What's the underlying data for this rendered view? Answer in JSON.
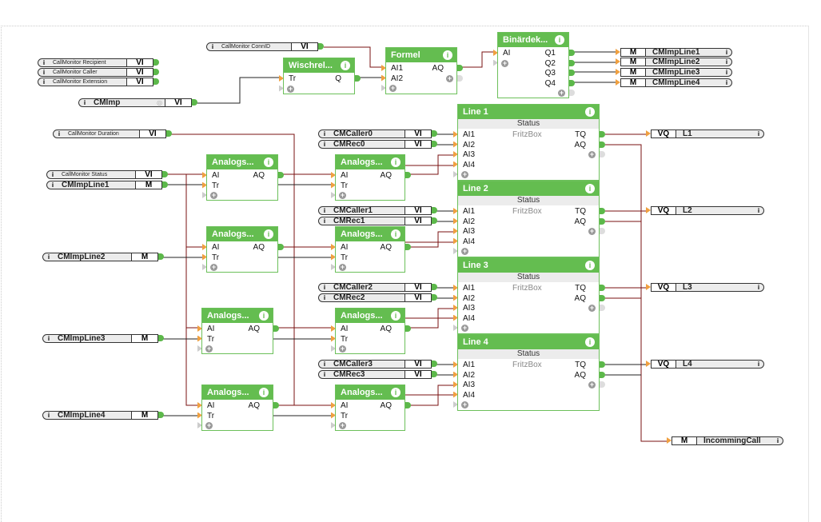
{
  "diagram": {
    "inputs": [
      {
        "id": "in-recipient",
        "name": "CallMonitor Recipient",
        "type": "VI",
        "small": true
      },
      {
        "id": "in-caller",
        "name": "CallMonitor Caller",
        "type": "VI",
        "small": true
      },
      {
        "id": "in-extension",
        "name": "CallMonitor Extension",
        "type": "VI",
        "small": true
      },
      {
        "id": "in-cmimp",
        "name": "CMImp",
        "type": "VI",
        "small": false,
        "has_status_icon": true
      },
      {
        "id": "in-connid",
        "name": "CallMonitor ConnID",
        "type": "VI",
        "small": true
      },
      {
        "id": "in-duration",
        "name": "CallMonitor Duration",
        "type": "VI",
        "small": true
      },
      {
        "id": "in-status",
        "name": "CallMonitor Status",
        "type": "VI",
        "small": true
      },
      {
        "id": "in-line1",
        "name": "CMImpLine1",
        "type": "M",
        "small": false
      },
      {
        "id": "in-line2",
        "name": "CMImpLine2",
        "type": "M",
        "small": false
      },
      {
        "id": "in-line3",
        "name": "CMImpLine3",
        "type": "M",
        "small": false
      },
      {
        "id": "in-line4",
        "name": "CMImpLine4",
        "type": "M",
        "small": false
      },
      {
        "id": "in-caller0",
        "name": "CMCaller0",
        "type": "VI",
        "small": false
      },
      {
        "id": "in-rec0",
        "name": "CMRec0",
        "type": "VI",
        "small": false
      },
      {
        "id": "in-caller1",
        "name": "CMCaller1",
        "type": "VI",
        "small": false
      },
      {
        "id": "in-rec1",
        "name": "CMRec1",
        "type": "VI",
        "small": false
      },
      {
        "id": "in-caller2",
        "name": "CMCaller2",
        "type": "VI",
        "small": false
      },
      {
        "id": "in-rec2",
        "name": "CMRec2",
        "type": "VI",
        "small": false
      },
      {
        "id": "in-caller3",
        "name": "CMCaller3",
        "type": "VI",
        "small": false
      },
      {
        "id": "in-rec3",
        "name": "CMRec3",
        "type": "VI",
        "small": false
      }
    ],
    "outputs": [
      {
        "id": "out-line1",
        "name": "CMImpLine1",
        "type": "M"
      },
      {
        "id": "out-line2",
        "name": "CMImpLine2",
        "type": "M"
      },
      {
        "id": "out-line3",
        "name": "CMImpLine3",
        "type": "M"
      },
      {
        "id": "out-line4",
        "name": "CMImpLine4",
        "type": "M"
      },
      {
        "id": "out-l1",
        "name": "L1",
        "type": "VQ"
      },
      {
        "id": "out-l2",
        "name": "L2",
        "type": "VQ"
      },
      {
        "id": "out-l3",
        "name": "L3",
        "type": "VQ"
      },
      {
        "id": "out-l4",
        "name": "L4",
        "type": "VQ"
      },
      {
        "id": "out-incoming",
        "name": "IncommingCall",
        "type": "M"
      }
    ],
    "blocks": [
      {
        "id": "wischrelais",
        "title": "Wischrel...",
        "inputs": [
          "Tr"
        ],
        "outputs": [
          "Q"
        ]
      },
      {
        "id": "formel",
        "title": "Formel",
        "inputs": [
          "AI1",
          "AI2"
        ],
        "outputs": [
          "AQ"
        ]
      },
      {
        "id": "binaerdek",
        "title": "Binärdek...",
        "inputs": [
          "AI"
        ],
        "outputs": [
          "Q1",
          "Q2",
          "Q3",
          "Q4"
        ]
      },
      {
        "id": "as1a",
        "title": "Analogs...",
        "inputs": [
          "AI",
          "Tr"
        ],
        "outputs": [
          "AQ"
        ]
      },
      {
        "id": "as1b",
        "title": "Analogs...",
        "inputs": [
          "AI",
          "Tr"
        ],
        "outputs": [
          "AQ"
        ]
      },
      {
        "id": "as2a",
        "title": "Analogs...",
        "inputs": [
          "AI",
          "Tr"
        ],
        "outputs": [
          "AQ"
        ]
      },
      {
        "id": "as2b",
        "title": "Analogs...",
        "inputs": [
          "AI",
          "Tr"
        ],
        "outputs": [
          "AQ"
        ]
      },
      {
        "id": "as3a",
        "title": "Analogs...",
        "inputs": [
          "AI",
          "Tr"
        ],
        "outputs": [
          "AQ"
        ]
      },
      {
        "id": "as3b",
        "title": "Analogs...",
        "inputs": [
          "AI",
          "Tr"
        ],
        "outputs": [
          "AQ"
        ]
      },
      {
        "id": "as4a",
        "title": "Analogs...",
        "inputs": [
          "AI",
          "Tr"
        ],
        "outputs": [
          "AQ"
        ]
      },
      {
        "id": "as4b",
        "title": "Analogs...",
        "inputs": [
          "AI",
          "Tr"
        ],
        "outputs": [
          "AQ"
        ]
      },
      {
        "id": "line1",
        "title": "Line 1",
        "subtitle": "Status",
        "center_label": "FritzBox",
        "inputs": [
          "AI1",
          "AI2",
          "AI3",
          "AI4"
        ],
        "outputs": [
          "TQ",
          "AQ"
        ]
      },
      {
        "id": "line2",
        "title": "Line 2",
        "subtitle": "Status",
        "center_label": "FritzBox",
        "inputs": [
          "AI1",
          "AI2",
          "AI3",
          "AI4"
        ],
        "outputs": [
          "TQ",
          "AQ"
        ]
      },
      {
        "id": "line3",
        "title": "Line 3",
        "subtitle": "Status",
        "center_label": "FritzBox",
        "inputs": [
          "AI1",
          "AI2",
          "AI3",
          "AI4"
        ],
        "outputs": [
          "TQ",
          "AQ"
        ]
      },
      {
        "id": "line4",
        "title": "Line 4",
        "subtitle": "Status",
        "center_label": "FritzBox",
        "inputs": [
          "AI1",
          "AI2",
          "AI3",
          "AI4"
        ],
        "outputs": [
          "TQ",
          "AQ"
        ]
      }
    ]
  },
  "icons": {
    "info": "i",
    "add": "+",
    "status": "◎"
  },
  "colors": {
    "block_header": "#64bd50",
    "input_pin": "#f0a040",
    "output_pin": "#5cb84a",
    "wire_dark": "#222222",
    "wire_red": "#7a1010"
  }
}
